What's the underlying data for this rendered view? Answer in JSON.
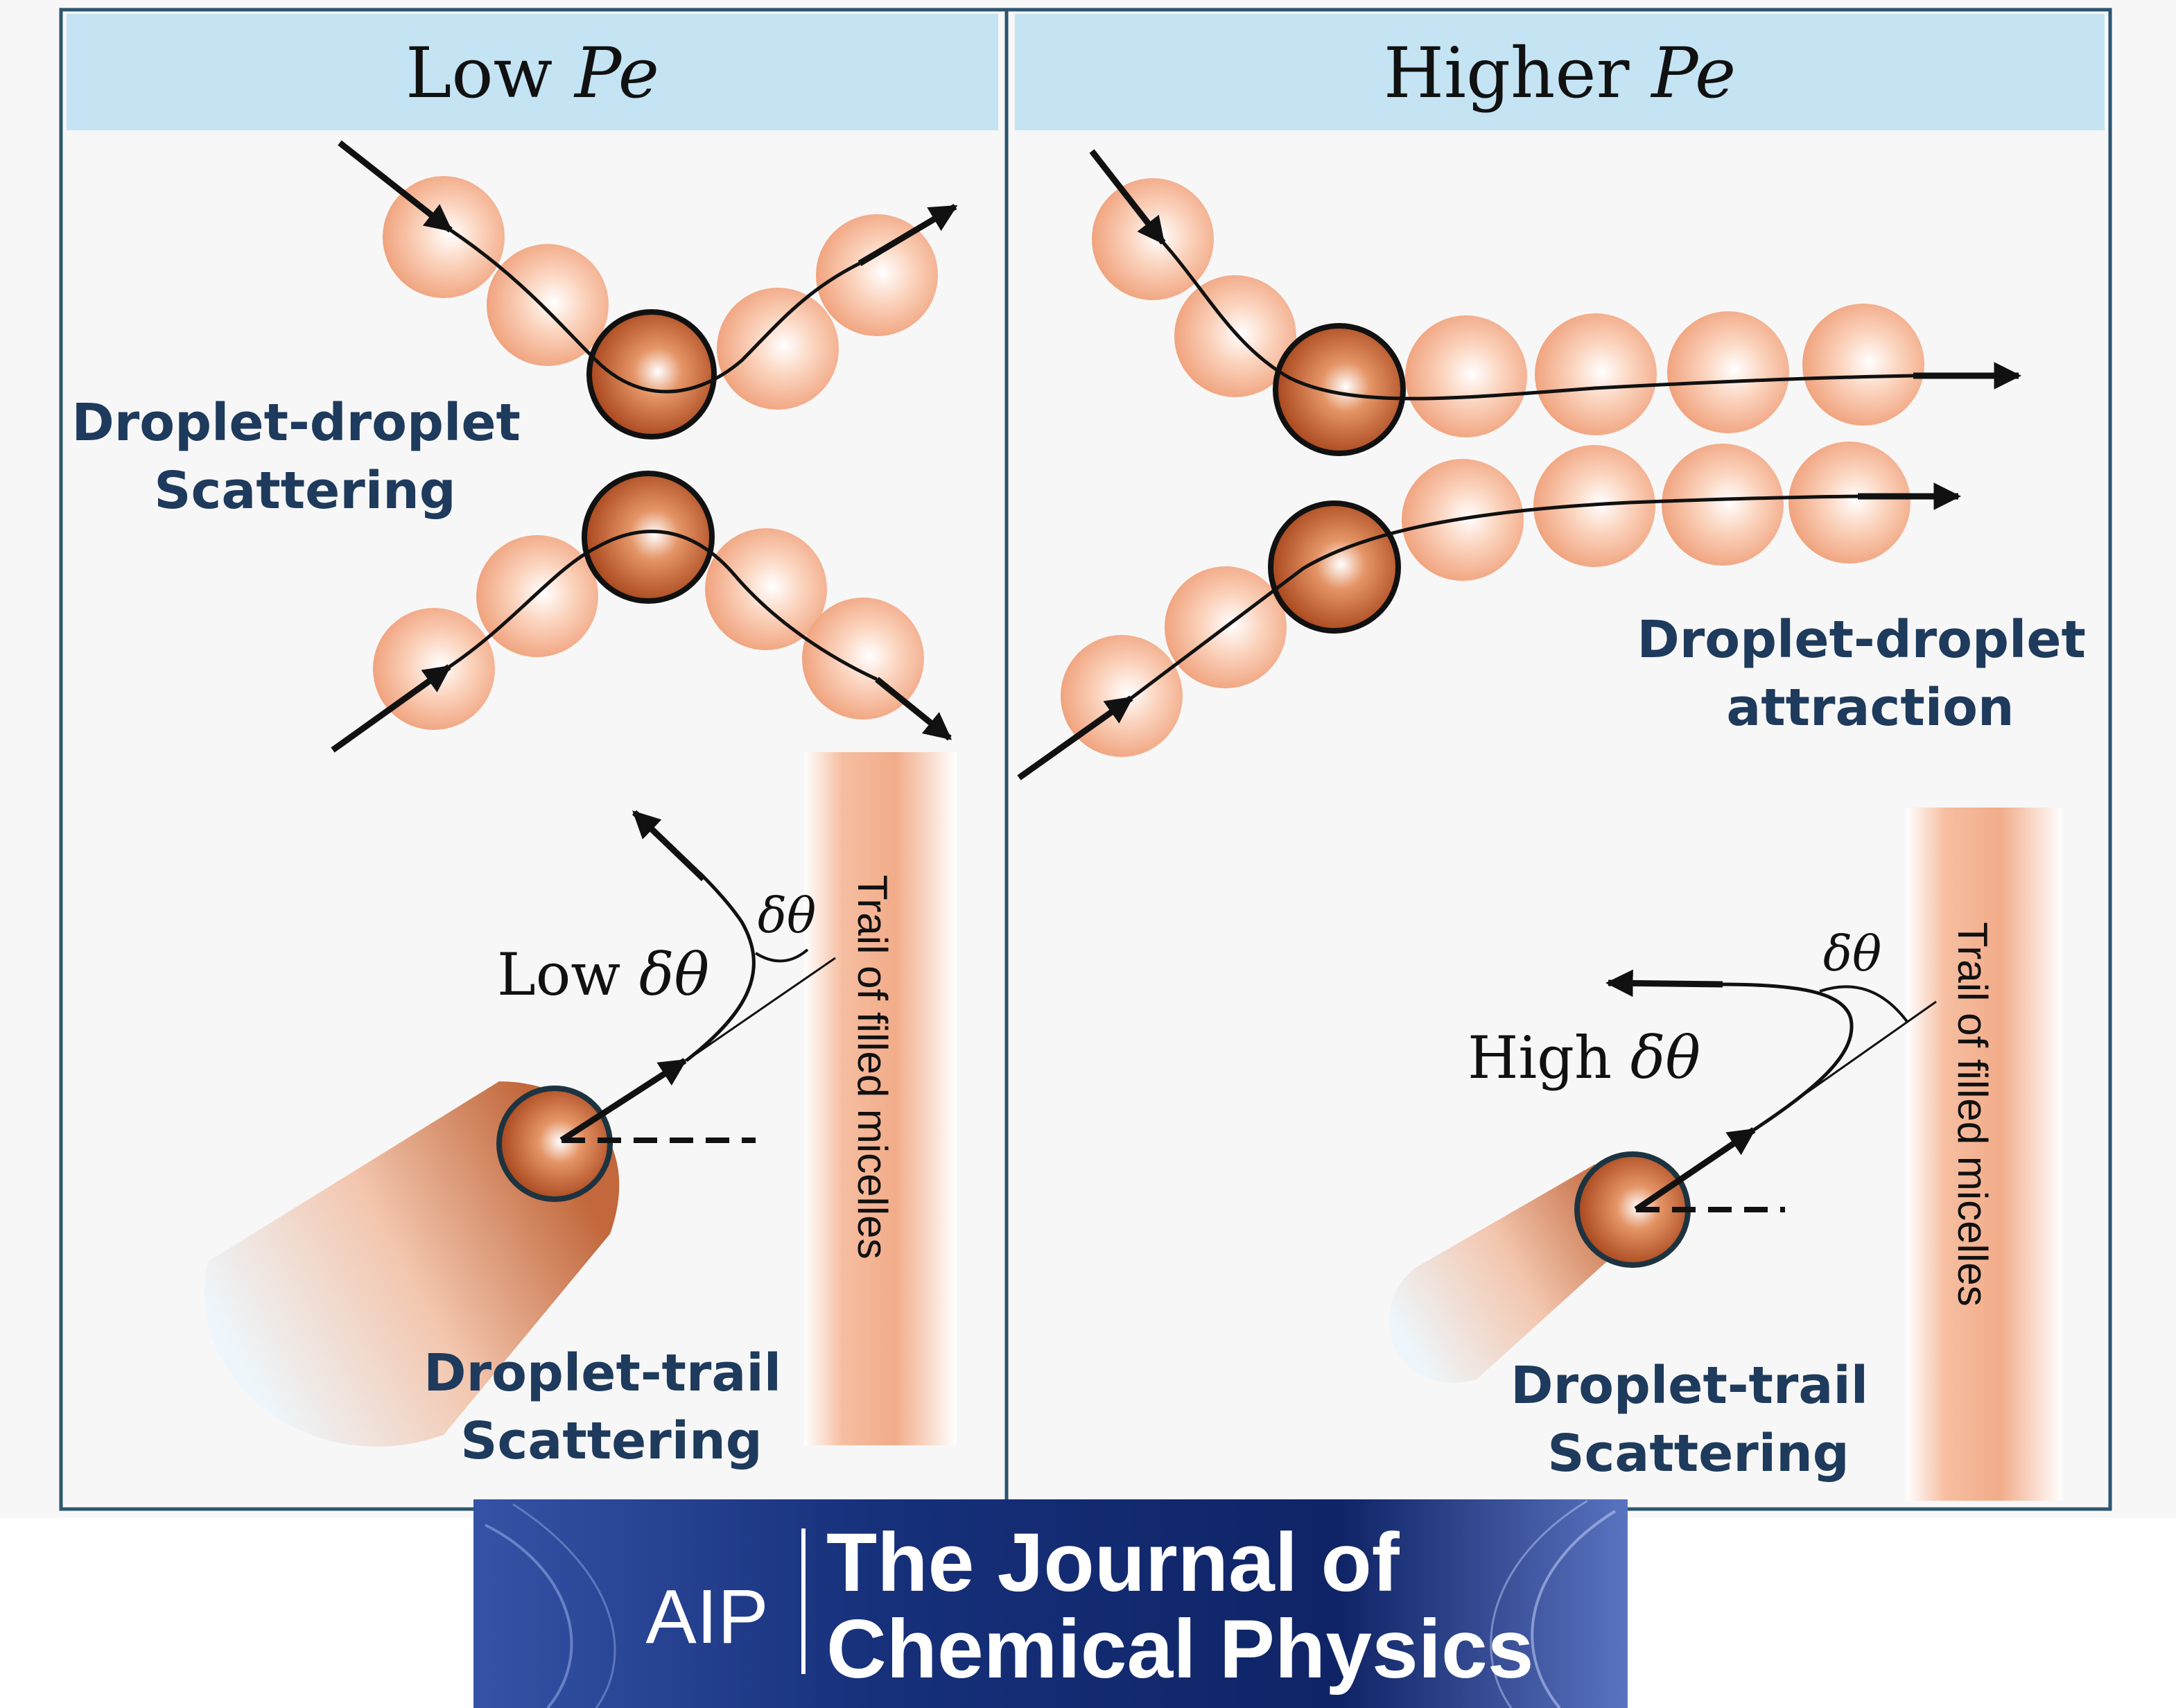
{
  "panels": {
    "left": {
      "header": "Low",
      "header_symbol": "Pe",
      "droplet_droplet_label": [
        "Droplet-droplet",
        "Scattering"
      ],
      "trail_label": [
        "Droplet-trail",
        "Scattering"
      ],
      "angle_annotation": "Low",
      "angle_symbol": "δθ",
      "trail_text": "Trail of filled micelles"
    },
    "right": {
      "header": "Higher",
      "header_symbol": "Pe",
      "droplet_droplet_label": [
        "Droplet-droplet",
        "attraction"
      ],
      "trail_label": [
        "Droplet-trail",
        "Scattering"
      ],
      "angle_annotation": "High",
      "angle_symbol": "δθ",
      "trail_text": "Trail of filled micelles"
    }
  },
  "journal": {
    "publisher": "AIP",
    "title_line1": "The Journal of",
    "title_line2": "Chemical Physics"
  },
  "colors": {
    "header_band": "#c4e4f4",
    "panel_background": "#f7f7f7",
    "panel_border": "#2c5570",
    "label_text": "#1e3a5c",
    "micelle": "#f0a37e",
    "droplet": "#b9562a",
    "banner": "#16307a"
  }
}
